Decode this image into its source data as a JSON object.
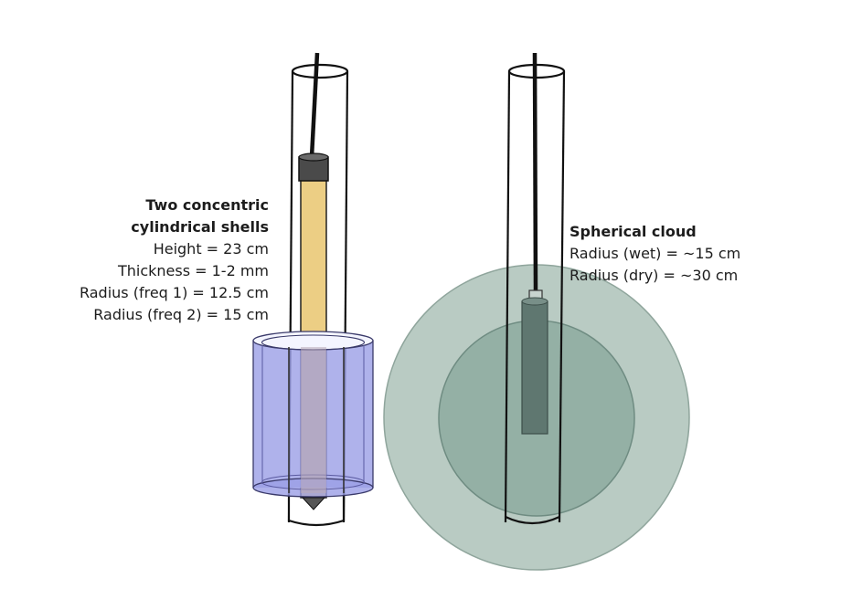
{
  "left_probe": {
    "title_line_1": "Two concentric",
    "title_line_2": "cylindrical shells",
    "height": "Height = 23 cm",
    "thickness": "Thickness = 1-2 mm",
    "radius_freq1": "Radius (freq 1) = 12.5 cm",
    "radius_freq2": "Radius (freq 2) =  15 cm"
  },
  "right_probe": {
    "title": "Spherical cloud",
    "radius_wet": "Radius (wet) = ~15 cm",
    "radius_dry": "Radius (dry) = ~30 cm"
  },
  "colors": {
    "cylinder_fill": "#9b9fe6",
    "rod_fill": "#ecce84",
    "cloud_outer": "#b9cbc3",
    "cloud_inner": "#94b0a5",
    "probe_dark": "#5f7770",
    "outline": "#111111"
  }
}
